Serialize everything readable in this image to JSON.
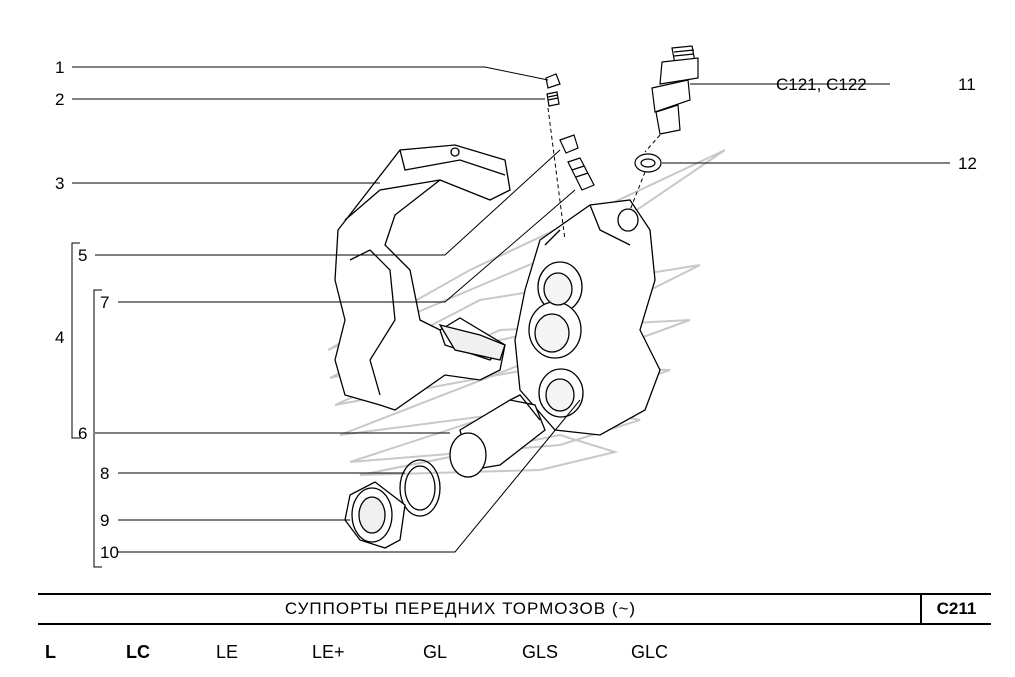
{
  "callouts": [
    {
      "id": "c1",
      "text": "1"
    },
    {
      "id": "c2",
      "text": "2"
    },
    {
      "id": "c3",
      "text": "3"
    },
    {
      "id": "c4",
      "text": "4"
    },
    {
      "id": "c5",
      "text": "5"
    },
    {
      "id": "c6",
      "text": "6"
    },
    {
      "id": "c7",
      "text": "7"
    },
    {
      "id": "c8",
      "text": "8"
    },
    {
      "id": "c9",
      "text": "9"
    },
    {
      "id": "c10",
      "text": "10"
    },
    {
      "id": "c11",
      "text": "11"
    },
    {
      "id": "c12",
      "text": "12"
    }
  ],
  "part_codes": "C121, C122",
  "title": "СУППОРТЫ  ПЕРЕДНИХ  ТОРМОЗОВ  (~)",
  "code": "C211",
  "versions": [
    "L",
    "LC",
    "LE",
    "LE+",
    "GL",
    "GLS",
    "GLC"
  ]
}
